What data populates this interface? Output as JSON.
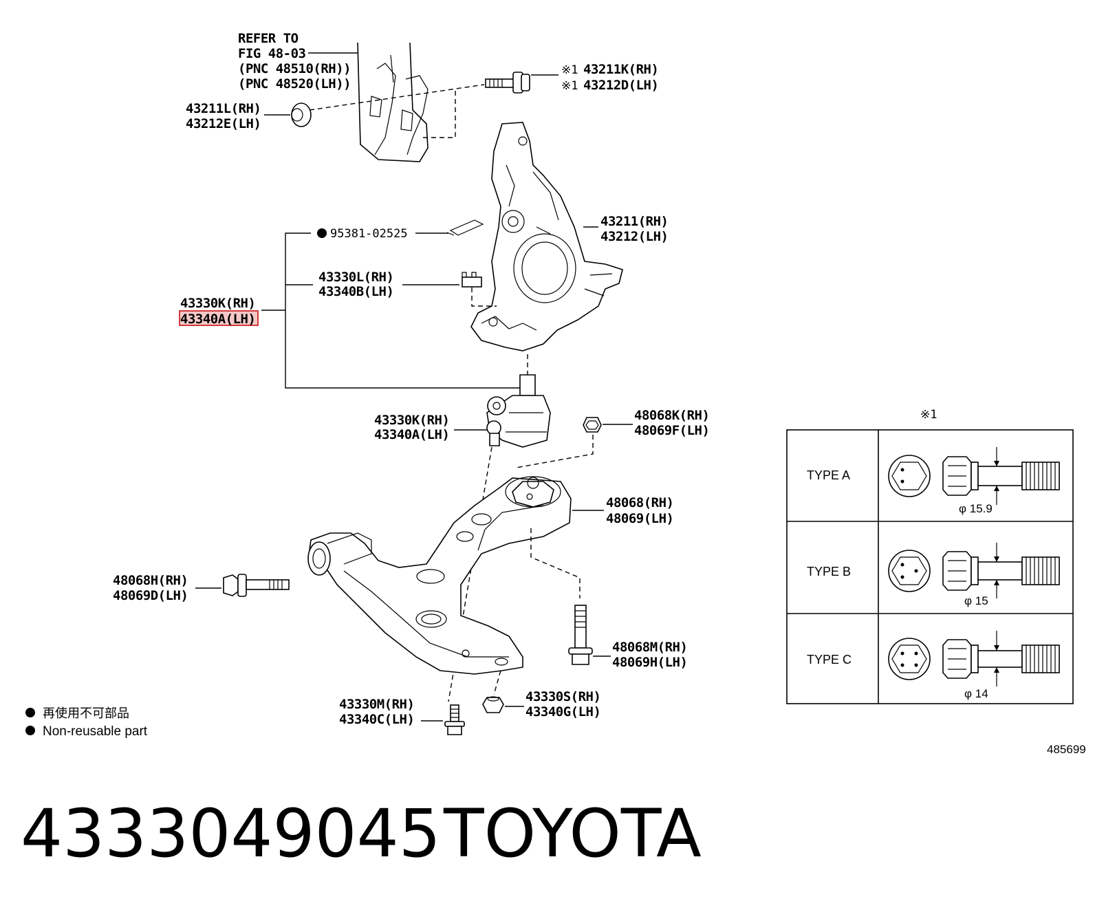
{
  "diagram": {
    "refer": {
      "line1": "REFER TO",
      "line2": "FIG 48-03",
      "line3": "(PNC 48510(RH))",
      "line4": "(PNC 48520(LH))"
    },
    "labels": {
      "bolt_top_rh": "43211K(RH)",
      "bolt_top_lh": "43212D(LH)",
      "bolt_top_mark": "※1",
      "nut_top_rh": "43211L(RH)",
      "nut_top_lh": "43212E(LH)",
      "pin": "95381-02525",
      "knuckle_rh": "43211(RH)",
      "knuckle_lh": "43212(LH)",
      "castle_nut_rh": "43330L(RH)",
      "castle_nut_lh": "43340B(LH)",
      "assy_rh": "43330K(RH)",
      "assy_lh": "43340A(LH)",
      "balljoint_rh": "43330K(RH)",
      "balljoint_lh": "43340A(LH)",
      "arm_nut_rh": "48068K(RH)",
      "arm_nut_lh": "48069F(LH)",
      "arm_rh": "48068(RH)",
      "arm_lh": "48069(LH)",
      "front_bolt_rh": "48068H(RH)",
      "front_bolt_lh": "48069D(LH)",
      "rear_bolt_rh": "48068M(RH)",
      "rear_bolt_lh": "48069H(LH)",
      "bj_bolt_rh": "43330M(RH)",
      "bj_bolt_lh": "43340C(LH)",
      "bj_nut_rh": "43330S(RH)",
      "bj_nut_lh": "43340G(LH)"
    },
    "legend": {
      "jp": "再使用不可部品",
      "en": "Non-reusable part"
    },
    "types_table": {
      "mark": "※1",
      "rows": [
        {
          "type": "TYPE A",
          "diameter": "φ 15.9"
        },
        {
          "type": "TYPE B",
          "diameter": "φ 15"
        },
        {
          "type": "TYPE C",
          "diameter": "φ 14"
        }
      ]
    },
    "figure_id": "485699"
  },
  "caption": {
    "part_number": "4333049045",
    "brand": "TOYOTA"
  }
}
